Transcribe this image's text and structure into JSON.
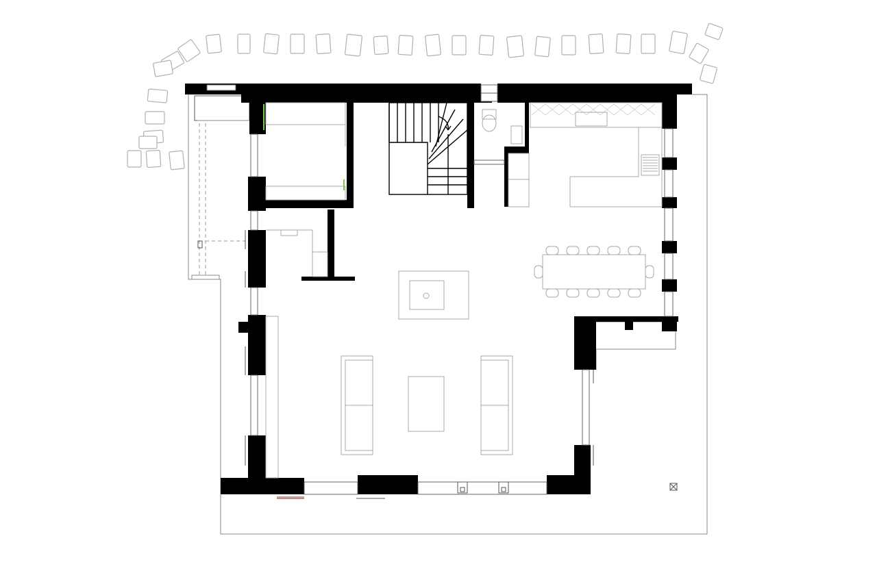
{
  "drawing": {
    "kind": "floor-plan",
    "colors": {
      "wall": "#000000",
      "line": "#8a8a8a",
      "furniture": "#a8a8a8",
      "accent": "#7ac943",
      "threshold": "#c0392b"
    },
    "counts": {
      "dining_chairs_per_side": 5,
      "stepping_stones": 31
    }
  }
}
